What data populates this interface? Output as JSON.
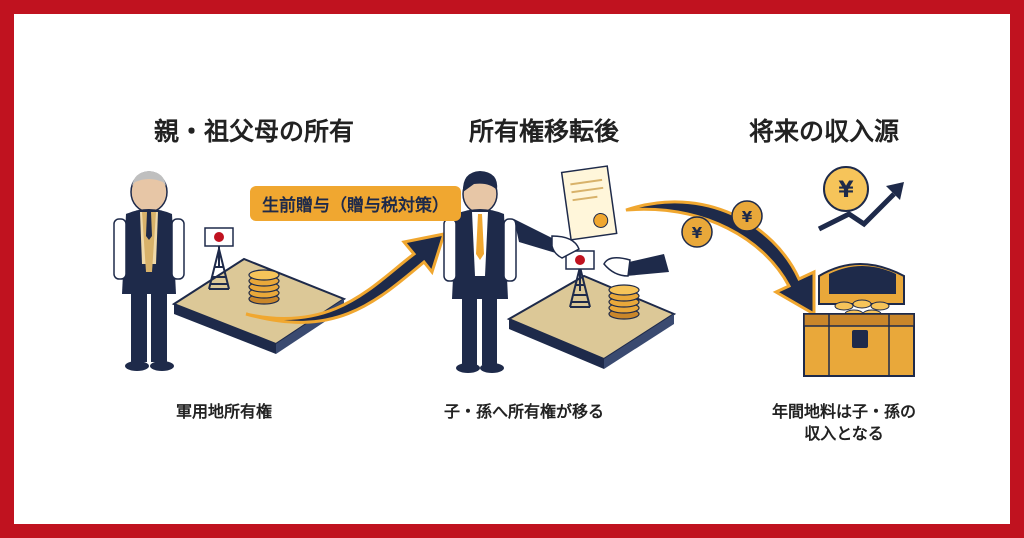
{
  "colors": {
    "frame": "#c0121f",
    "background": "#ffffff",
    "navy": "#1e2a4a",
    "gold": "#f0a730",
    "tan": "#d8c28e"
  },
  "steps": [
    {
      "heading": "親・祖父母の所有",
      "caption": "軍用地所有権"
    },
    {
      "heading": "所有権移転後",
      "caption": "子・孫へ所有権が移る"
    },
    {
      "heading": "将来の収入源",
      "caption": "年間地料は子・孫の\n収入となる"
    }
  ],
  "transfer_label": "生前贈与（贈与税対策）",
  "icons": [
    "elderly-man",
    "japan-flag",
    "transmission-tower",
    "coin-stack",
    "young-man",
    "certificate",
    "handshake",
    "yen-coin",
    "growth-arrow",
    "treasure-chest"
  ]
}
